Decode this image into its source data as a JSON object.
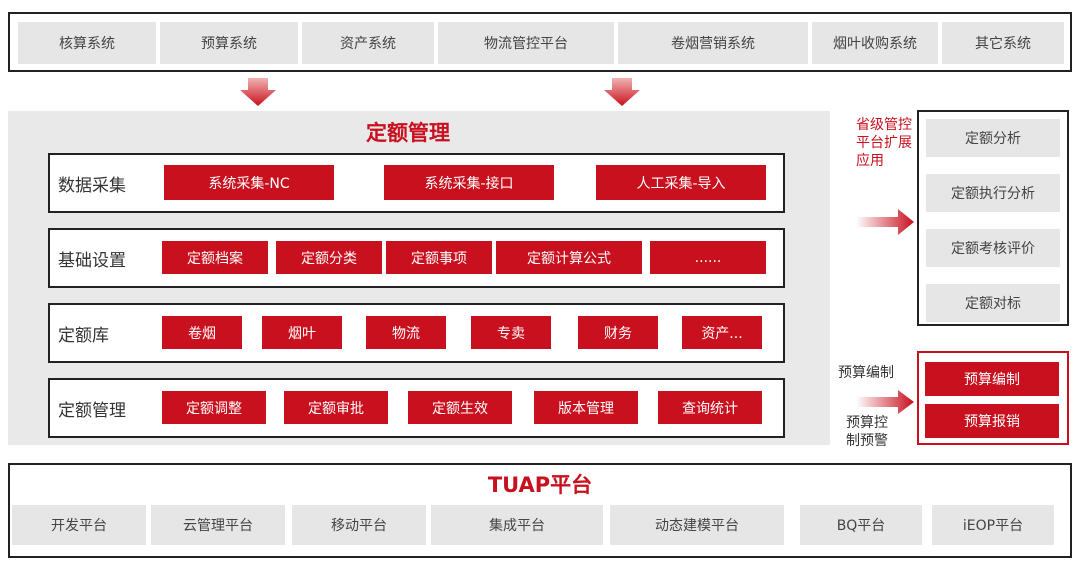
{
  "top_systems": [
    "核算系统",
    "预算系统",
    "资产系统",
    "物流管控平台",
    "卷烟营销系统",
    "烟叶收购系统",
    "其它系统"
  ],
  "main": {
    "title": "定额管理",
    "rows": [
      {
        "label": "数据采集",
        "items": [
          "系统采集-NC",
          "系统采集-接口",
          "人工采集-导入"
        ]
      },
      {
        "label": "基础设置",
        "items": [
          "定额档案",
          "定额分类",
          "定额事项",
          "定额计算公式",
          "......"
        ]
      },
      {
        "label": "定额库",
        "items": [
          "卷烟",
          "烟叶",
          "物流",
          "专卖",
          "财务",
          "资产..."
        ]
      },
      {
        "label": "定额管理",
        "items": [
          "定额调整",
          "定额审批",
          "定额生效",
          "版本管理",
          "查询统计"
        ]
      }
    ]
  },
  "right_top": {
    "caption": "省级管控平台扩展应用",
    "items": [
      "定额分析",
      "定额执行分析",
      "定额考核评价",
      "定额对标"
    ]
  },
  "right_bottom": {
    "caption_a": "预算编制",
    "caption_b": "预算控制预警",
    "items": [
      "预算编制",
      "预算报销"
    ]
  },
  "platform": {
    "title": "TUAP平台",
    "items": [
      "开发平台",
      "云管理平台",
      "移动平台",
      "集成平台",
      "动态建模平台",
      "BQ平台",
      "iEOP平台"
    ]
  },
  "colors": {
    "accent_red": "#c8101e",
    "box_gray": "#e6e6e6",
    "panel_gray": "#e9e9e9"
  }
}
